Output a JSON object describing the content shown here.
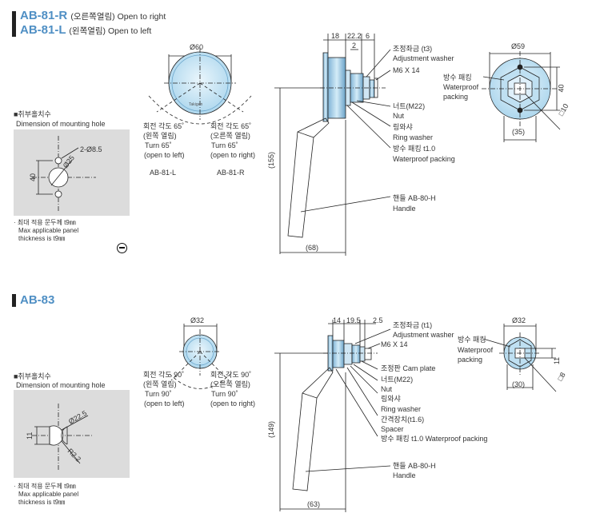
{
  "ab81": {
    "title_r_model": "AB-81-R",
    "title_r_desc": "(오른쪽열림) Open to right",
    "title_l_model": "AB-81-L",
    "title_l_desc": "(왼쪽열림) Open to left",
    "mount": {
      "heading_ko": "■취부홀치수",
      "heading_en": "Dimension of mounting hole",
      "dim_hole": "2-Ø8.5",
      "dim_center": "Ø25",
      "dim_height": "40",
      "note_ko": "· 최대 적용 문두께 t9㎜",
      "note_en1": "Max applicable panel",
      "note_en2": "thickness is t9㎜"
    },
    "front": {
      "dia": "Ø60",
      "left_ko1": "회전 각도 65˚",
      "left_ko2": "(왼쪽 열림)",
      "left_en1": "Turn 65˚",
      "left_en2": "(open to left)",
      "right_ko1": "회전 각도 65˚",
      "right_ko2": "(오른쪽 열림)",
      "right_en1": "Turn  65˚",
      "right_en2": "(open to right)",
      "label_l": "AB-81-L",
      "label_r": "AB-81-R"
    },
    "side": {
      "d18": "18",
      "d22": "22.2",
      "d6": "6",
      "d2": "2",
      "d155": "(155)",
      "d68": "(68)",
      "washer_ko": "조정좌금 (t3)",
      "washer_en": "Adjustment washer",
      "bolt": "M6 X 14",
      "nut_ko": "너트(M22)",
      "nut_en": "Nut",
      "ring_ko": "링와샤",
      "ring_en": "Ring washer",
      "pack_ko": "방수 패킹 t1.0",
      "pack_en": "Waterproof packing",
      "handle_ko": "핸들 AB-80-H",
      "handle_en": "Handle"
    },
    "rear": {
      "dia": "Ø59",
      "pack_ko": "방수 패킹",
      "pack_en1": "Waterproof",
      "pack_en2": "packing",
      "d40": "40",
      "d10": "□10",
      "d35": "(35)"
    }
  },
  "ab83": {
    "title": "AB-83",
    "mount": {
      "heading_ko": "■취부홀치수",
      "heading_en": "Dimension of mounting hole",
      "dim_dia": "Ø22.5",
      "dim_11": "11",
      "dim_r": "R2.2",
      "note_ko": "· 최대 적용 문두께 t9㎜",
      "note_en1": "Max applicable panel",
      "note_en2": "thickness is t9㎜"
    },
    "front": {
      "dia": "Ø32",
      "left_ko1": "회전 각도 90˚",
      "left_ko2": "(왼쪽 열림)",
      "left_en1": "Turn 90˚",
      "left_en2": "(open to left)",
      "right_ko1": "회전 각도 90˚",
      "right_ko2": "(오른쪽 열림)",
      "right_en1": "Turn  90˚",
      "right_en2": "(open to right)"
    },
    "side": {
      "d14": "14",
      "d195": "19.5",
      "d25": "2.5",
      "d149": "(149)",
      "d63": "(63)",
      "washer_ko": "조정좌금 (t1)",
      "washer_en": "Adjustment washer",
      "bolt": "M6 X 14",
      "cam": "조정판 Cam plate",
      "nut_ko": "너트(M22)",
      "nut_en": "Nut",
      "ring_ko": "링와샤",
      "ring_en": "Ring washer",
      "spacer_ko": "간격장치(t1.6)",
      "spacer_en": "Spacer",
      "pack": "방수 패킹 t1.0  Waterproof packing",
      "handle_ko": "핸들 AB-80-H",
      "handle_en": "Handle"
    },
    "rear": {
      "dia": "Ø32",
      "pack_ko": "방수 패킹",
      "pack_en1": "Waterproof",
      "pack_en2": "packing",
      "d11": "11",
      "d8": "□8",
      "d30": "(30)"
    }
  }
}
